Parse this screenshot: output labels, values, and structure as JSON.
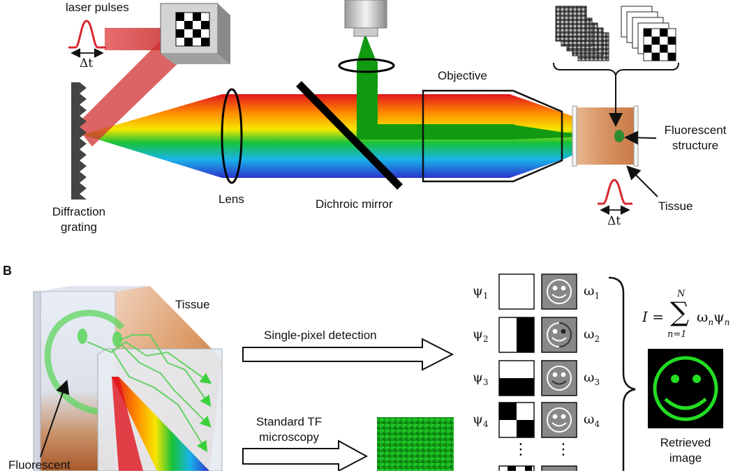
{
  "colors": {
    "laser_red": "#d8262e",
    "fluorescence_green": "#119a11",
    "smiley_green": "#22dd22",
    "spectrum": [
      "#e0141e",
      "#ff8a00",
      "#f6e600",
      "#18c23a",
      "#19b3e8",
      "#2b33cf"
    ]
  },
  "panel_a": {
    "laser_label": "laser pulses",
    "pulse_width_in": "Δt",
    "pulse_width_out": "Δt",
    "grating_label_line1": "Diffraction",
    "grating_label_line2": "grating",
    "lens_label": "Lens",
    "mirror_label": "Dichroic mirror",
    "objective_label": "Objective",
    "fluorescent_label_line1": "Fluorescent",
    "fluorescent_label_line2": "structure",
    "tissue_label": "Tissue"
  },
  "panel_b": {
    "panel_label": "B",
    "tissue_label": "Tissue",
    "fluorescent_label": "Fluorescent",
    "single_pixel_label": "Single-pixel detection",
    "standard_tf_line1": "Standard TF",
    "standard_tf_line2": "microscopy",
    "psi": [
      "ψ",
      "ψ",
      "ψ",
      "ψ"
    ],
    "psi_sub": [
      "1",
      "2",
      "3",
      "4"
    ],
    "omega": [
      "ω",
      "ω",
      "ω",
      "ω"
    ],
    "omega_sub": [
      "1",
      "2",
      "3",
      "4"
    ],
    "ellipsis": "⋮",
    "formula_lhs": "I =",
    "formula_sum": "∑",
    "formula_upper": "N",
    "formula_lower": "n=1",
    "formula_term": "ω",
    "formula_term_sub": "n",
    "formula_term2": "ψ",
    "formula_term2_sub": "n",
    "retrieved_line1": "Retrieved",
    "retrieved_line2": "image"
  }
}
